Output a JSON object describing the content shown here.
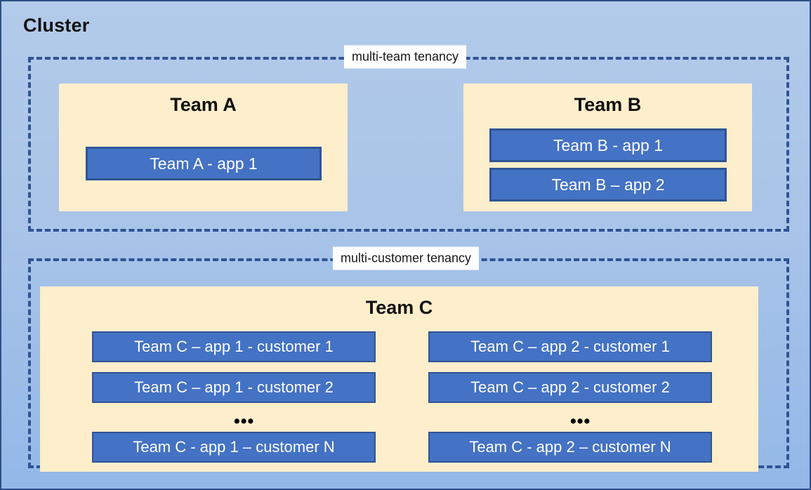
{
  "diagram": {
    "title": "Cluster",
    "colors": {
      "background_top": "#b3cbea",
      "background_bottom": "#93b8e8",
      "frame_border": "#2e4f86",
      "zone_dashed_border": "#2f5496",
      "team_fill": "#fdeecc",
      "app_fill": "#4472c4",
      "app_border": "#2f5496",
      "app_text": "#ffffff",
      "label_background": "#ffffff",
      "title_text": "#111111"
    },
    "zones": [
      {
        "id": "multi-team",
        "label": "multi-team tenancy"
      },
      {
        "id": "multi-customer",
        "label": "multi-customer tenancy"
      }
    ],
    "teams": [
      {
        "id": "team-a",
        "title": "Team A",
        "apps": [
          {
            "id": "team-a-app-1",
            "label": "Team A - app 1"
          }
        ]
      },
      {
        "id": "team-b",
        "title": "Team B",
        "apps": [
          {
            "id": "team-b-app-1",
            "label": "Team B - app 1"
          },
          {
            "id": "team-b-app-2",
            "label": "Team B – app 2"
          }
        ]
      },
      {
        "id": "team-c",
        "title": "Team C",
        "columns": [
          {
            "id": "team-c-app-1",
            "apps": [
              {
                "id": "tc-l1",
                "label": "Team C – app 1 - customer 1"
              },
              {
                "id": "tc-l2",
                "label": "Team C – app 1 - customer 2"
              },
              {
                "id": "tc-l3",
                "label": "Team C - app 1 – customer N"
              }
            ],
            "ellipsis": "•••"
          },
          {
            "id": "team-c-app-2",
            "apps": [
              {
                "id": "tc-r1",
                "label": "Team C – app 2 - customer 1"
              },
              {
                "id": "tc-r2",
                "label": "Team C – app 2 - customer 2"
              },
              {
                "id": "tc-r3",
                "label": "Team C - app 2 – customer N"
              }
            ],
            "ellipsis": "•••"
          }
        ]
      }
    ]
  }
}
